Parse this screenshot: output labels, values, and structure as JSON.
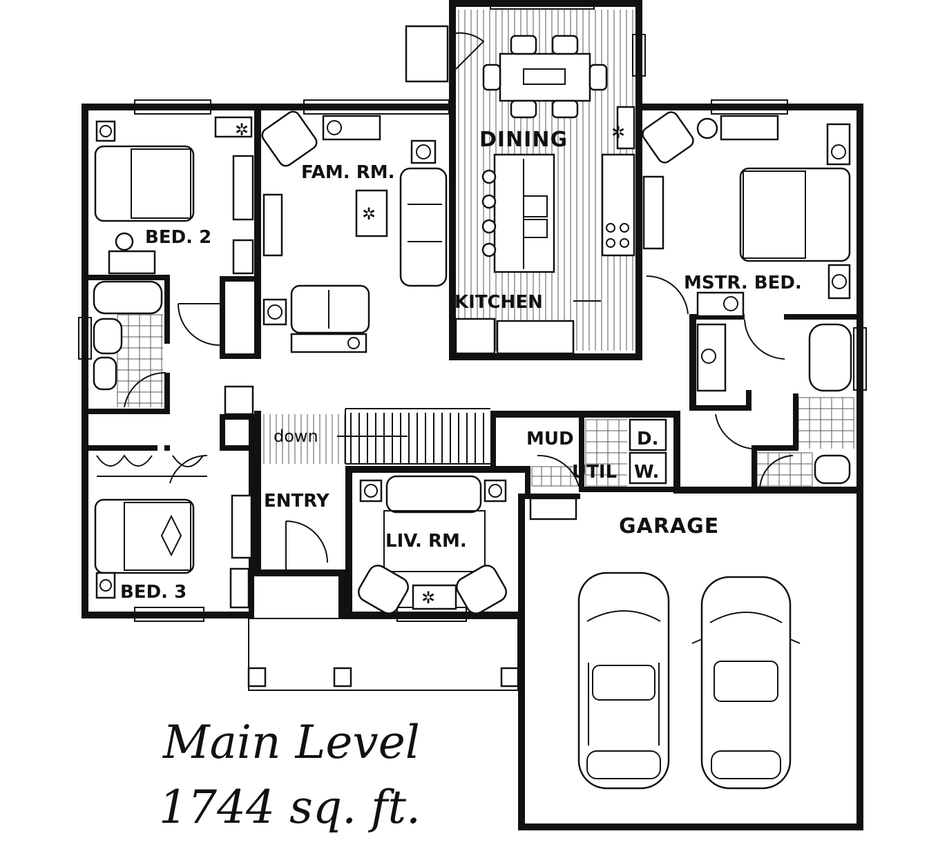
{
  "rooms": {
    "dining": "DINING",
    "family_room": "FAM. RM.",
    "bed2": "BED. 2",
    "kitchen": "KITCHEN",
    "master_bed": "MSTR. BED.",
    "mud": "MUD",
    "util": "UTIL",
    "dryer": "D.",
    "washer": "W.",
    "down": "down",
    "entry": "ENTRY",
    "living_room": "LIV. RM.",
    "garage": "GARAGE",
    "bed3": "BED. 3"
  },
  "caption": {
    "title": "Main Level",
    "area": "1744 sq. ft."
  }
}
